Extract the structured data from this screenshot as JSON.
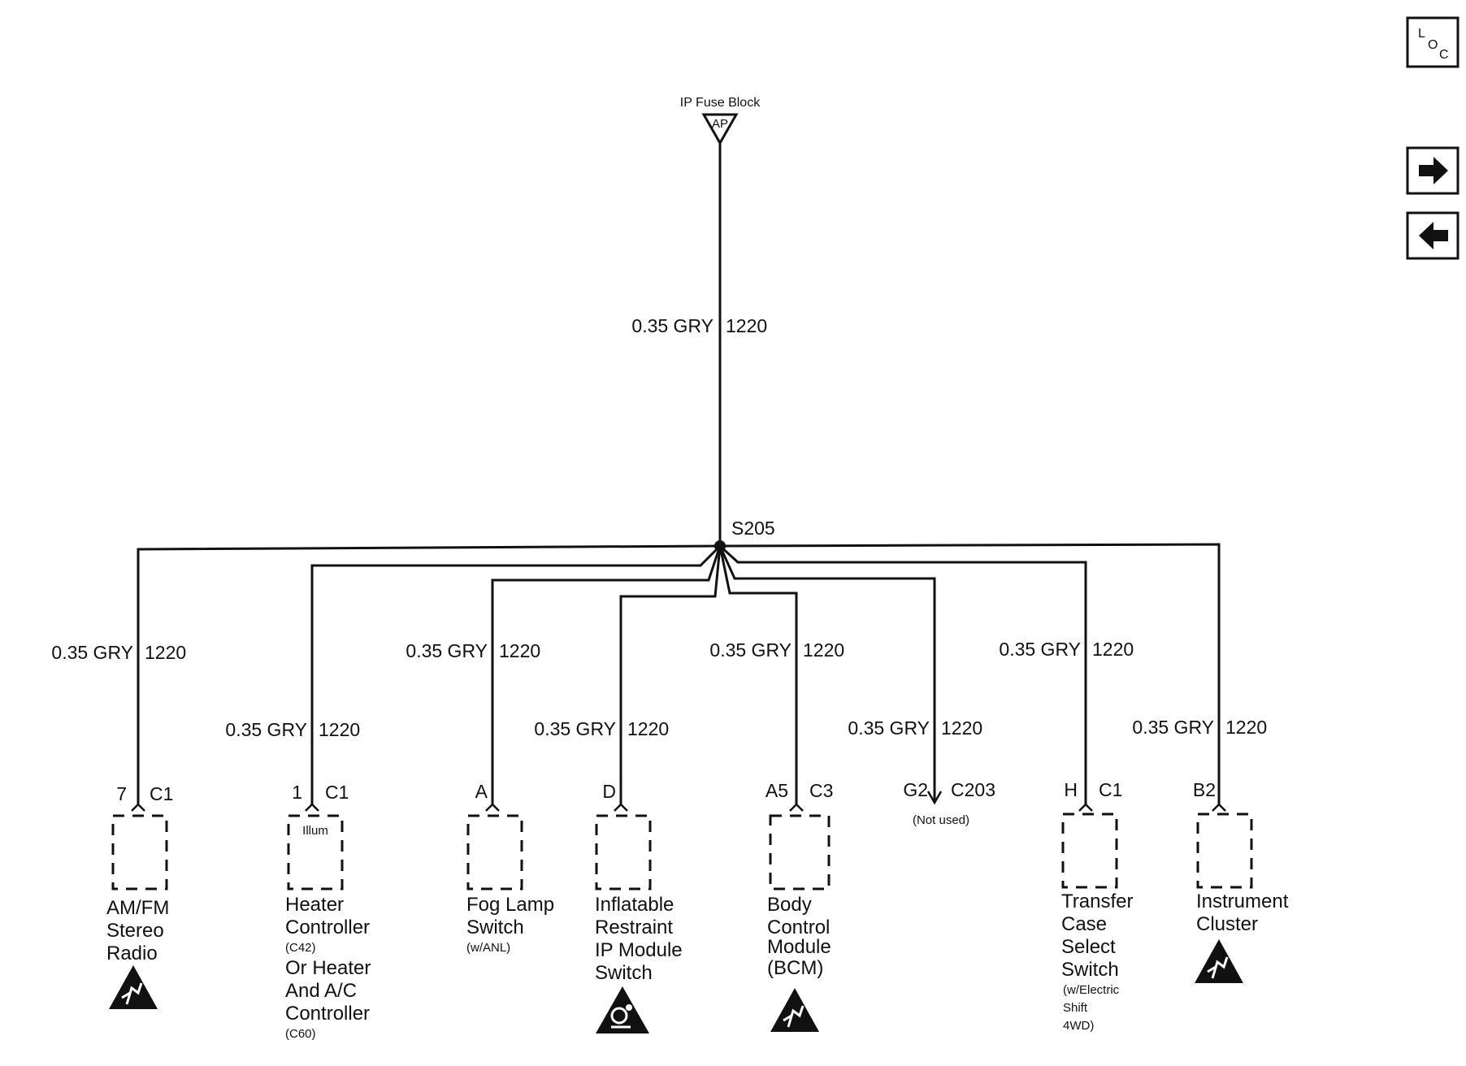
{
  "fuse": {
    "label": "IP Fuse Block",
    "terminal": "AP"
  },
  "trunk_wire": {
    "size": "0.35 GRY",
    "circuit": "1220"
  },
  "splice": {
    "label": "S205"
  },
  "nav": {
    "loc_top": "L",
    "loc_mid": "O",
    "loc_bot": "C",
    "next_icon": "arrow-right-icon",
    "prev_icon": "arrow-left-icon"
  },
  "branches": [
    {
      "wire_size": "0.35 GRY",
      "circuit": "1220",
      "pin": "7",
      "connector": "C1",
      "inside": "",
      "name_lines": [
        "AM/FM",
        "Stereo",
        "Radio"
      ],
      "notes": [],
      "icon": "esd-sensitive-icon"
    },
    {
      "wire_size": "0.35 GRY",
      "circuit": "1220",
      "pin": "1",
      "connector": "C1",
      "inside": "Illum",
      "name_lines": [
        "Heater",
        "Controller",
        "(C42)",
        "Or Heater",
        "And A/C",
        "Controller",
        "(C60)"
      ],
      "notes": [],
      "icon": ""
    },
    {
      "wire_size": "0.35 GRY",
      "circuit": "1220",
      "pin": "A",
      "connector": "",
      "inside": "",
      "name_lines": [
        "Fog Lamp",
        "Switch"
      ],
      "notes": [
        "(w/ANL)"
      ],
      "icon": ""
    },
    {
      "wire_size": "0.35 GRY",
      "circuit": "1220",
      "pin": "D",
      "connector": "",
      "inside": "",
      "name_lines": [
        "Inflatable",
        "Restraint",
        "IP Module",
        "Switch"
      ],
      "notes": [],
      "icon": "airbag-warning-icon"
    },
    {
      "wire_size": "0.35 GRY",
      "circuit": "1220",
      "pin": "A5",
      "connector": "C3",
      "inside": "",
      "name_lines": [
        "Body",
        "Control",
        "Module",
        "(BCM)"
      ],
      "notes": [],
      "icon": "esd-sensitive-icon"
    },
    {
      "wire_size": "0.35 GRY",
      "circuit": "1220",
      "pin": "G2",
      "connector": "C203",
      "inside": "",
      "name_lines": [],
      "notes": [
        "(Not used)"
      ],
      "icon": ""
    },
    {
      "wire_size": "0.35 GRY",
      "circuit": "1220",
      "pin": "H",
      "connector": "C1",
      "inside": "",
      "name_lines": [
        "Transfer",
        "Case",
        "Select",
        "Switch"
      ],
      "notes": [
        "(w/Electric",
        "Shift",
        "4WD)"
      ],
      "icon": ""
    },
    {
      "wire_size": "0.35 GRY",
      "circuit": "1220",
      "pin": "B2",
      "connector": "",
      "inside": "",
      "name_lines": [
        "Instrument",
        "Cluster"
      ],
      "notes": [],
      "icon": "esd-sensitive-icon"
    }
  ]
}
